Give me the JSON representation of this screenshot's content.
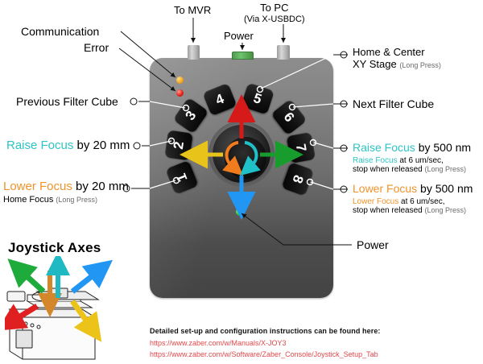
{
  "device": {
    "body_color": "#6e6e6e",
    "buttons": [
      {
        "label": "1"
      },
      {
        "label": "2"
      },
      {
        "label": "3"
      },
      {
        "label": "4"
      },
      {
        "label": "5"
      },
      {
        "label": "6"
      },
      {
        "label": "7"
      },
      {
        "label": "8"
      }
    ],
    "leds": [
      {
        "name": "communication",
        "color": "#f5a623"
      },
      {
        "name": "error",
        "color": "#e8221a"
      },
      {
        "name": "power",
        "color": "#22cc2a"
      }
    ],
    "joystick": {
      "arrows": [
        {
          "dir": "up",
          "color": "#d61a1a"
        },
        {
          "dir": "down",
          "color": "#2196f3"
        },
        {
          "dir": "left",
          "color": "#e8c41a"
        },
        {
          "dir": "right",
          "color": "#189c2e"
        }
      ],
      "rotation": [
        {
          "dir": "ccw",
          "color": "#f07c1e"
        },
        {
          "dir": "cw",
          "color": "#1fc0c8"
        }
      ]
    }
  },
  "connectors": {
    "mvr": "To MVR",
    "pc_line1": "To PC",
    "pc_line2": "(Via X-USBDC)",
    "power": "Power"
  },
  "callouts": {
    "communication": "Communication",
    "error": "Error",
    "previous_filter_cube": "Previous Filter Cube",
    "raise_focus_20_action": "Raise Focus",
    "raise_focus_20_rest": " by 20 mm",
    "lower_focus_20_action": "Lower Focus",
    "lower_focus_20_rest": " by 20 mm",
    "home_focus": "Home Focus",
    "home_focus_press": "(Long Press)",
    "home_center_line1": "Home & Center",
    "home_center_line2": "XY Stage",
    "home_center_press": "(Long Press)",
    "next_filter_cube": "Next Filter Cube",
    "raise_focus_500_action": "Raise Focus",
    "raise_focus_500_rest": " by 500 nm",
    "raise_focus_500_sub_action": "Raise Focus",
    "raise_focus_500_sub_rest": " at 6 um/sec,",
    "raise_focus_500_sub2": "stop when released",
    "raise_focus_500_press": "(Long Press)",
    "lower_focus_500_action": "Lower Focus",
    "lower_focus_500_rest": " by 500 nm",
    "lower_focus_500_sub_action": "Lower Focus",
    "lower_focus_500_sub_rest": " at 6 um/sec,",
    "lower_focus_500_sub2": "stop when released",
    "lower_focus_500_press": "(Long Press)",
    "power_led": "Power"
  },
  "joystick_axes": {
    "title": "Joystick Axes"
  },
  "footer": {
    "heading": "Detailed set-up and configuration instructions can be found here:",
    "url1": "https://www.zaber.com/w/Manuals/X-JOY3",
    "url2": "https://www.zaber.com/w/Software/Zaber_Console/Joystick_Setup_Tab",
    "url_color": "#e0484a"
  },
  "colors": {
    "raise_accent": "#2ec4c4",
    "lower_accent": "#f0932b",
    "note_gray": "#6b6b6b"
  }
}
